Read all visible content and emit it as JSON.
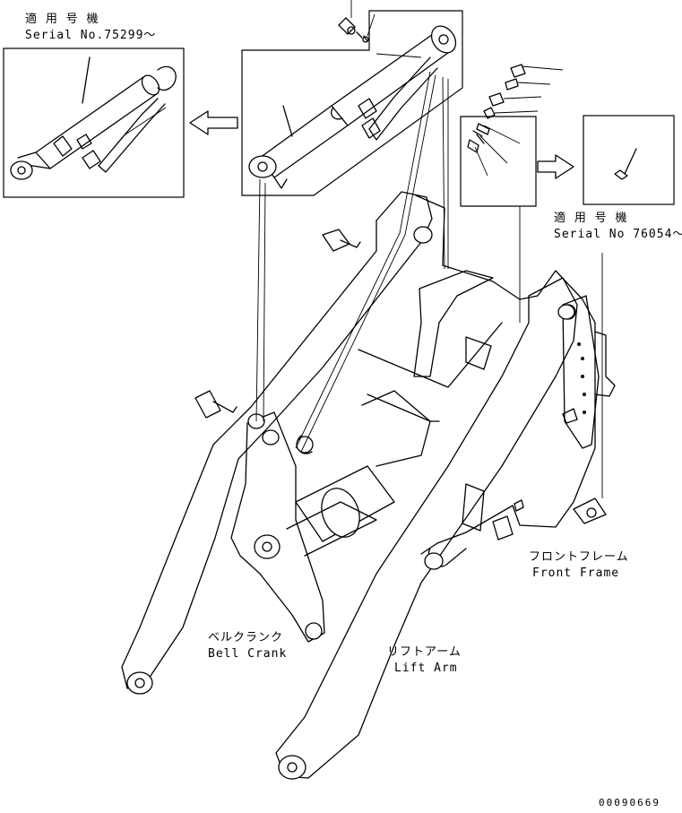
{
  "labels": {
    "serial_a_jp": "適 用 号 機",
    "serial_a_en": "Serial No.75299～",
    "serial_b_jp": "適 用 号 機",
    "serial_b_en": "Serial No 76054～",
    "front_frame_jp": "フロントフレーム",
    "front_frame_en": "Front Frame",
    "bell_crank_jp": "ベルクランク",
    "bell_crank_en": "Bell Crank",
    "lift_arm_jp": "リフトアーム",
    "lift_arm_en": "Lift Arm",
    "drawing_number": "00090669"
  }
}
